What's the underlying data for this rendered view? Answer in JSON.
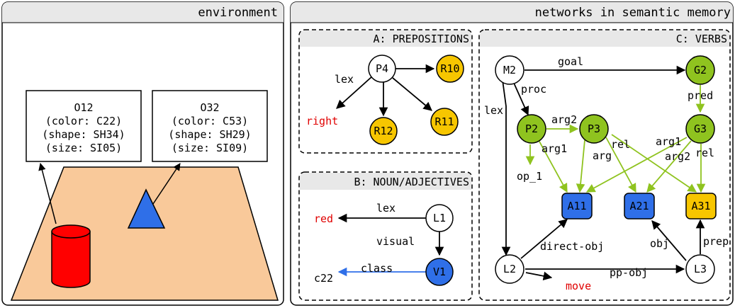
{
  "env": {
    "title": "environment",
    "obj1": {
      "id": "O12",
      "color": "(color: C22)",
      "shape": "(shape: SH34)",
      "size": "(size: SI05)"
    },
    "obj2": {
      "id": "O32",
      "color": "(color: C53)",
      "shape": "(shape: SH29)",
      "size": "(size: SI09)"
    }
  },
  "sem": {
    "title": "networks in semantic memory",
    "prep": {
      "title": "A: PREPOSITIONS",
      "n_p4": "P4",
      "n_r10": "R10",
      "n_r11": "R11",
      "n_r12": "R12",
      "lbl_lex": "lex",
      "word": "right"
    },
    "noun": {
      "title": "B: NOUN/ADJECTIVES",
      "n_l1": "L1",
      "n_v1": "V1",
      "lbl_lex": "lex",
      "lbl_visual": "visual",
      "lbl_class": "class",
      "word": "red",
      "c22": "c22"
    },
    "verbs": {
      "title": "C: VERBS",
      "n_m2": "M2",
      "n_g2": "G2",
      "n_g3": "G3",
      "n_p2": "P2",
      "n_p3": "P3",
      "n_l2": "L2",
      "n_l3": "L3",
      "n_a11": "A11",
      "n_a21": "A21",
      "n_a31": "A31",
      "lbl_goal": "goal",
      "lbl_proc": "proc",
      "lbl_lex": "lex",
      "lbl_pred": "pred",
      "lbl_arg2_a": "arg2",
      "lbl_arg1_a": "arg1",
      "lbl_op1": "op_1",
      "lbl_arg": "arg",
      "lbl_rel_a": "rel",
      "lbl_arg1_b": "arg1",
      "lbl_arg2_b": "arg2",
      "lbl_rel_b": "rel",
      "lbl_direct_obj": "direct-obj",
      "lbl_obj": "obj",
      "lbl_prep": "prep",
      "lbl_pp_obj": "pp-obj",
      "word": "move"
    }
  },
  "colors": {
    "green": "#8fc31f",
    "yellow": "#f7c600",
    "blue": "#2f6fe8",
    "header": "#e8e8e8",
    "floor": "#f9c99a",
    "red_word": "#e00000",
    "cylinder": "#ff0000",
    "triangle": "#2f6fe8",
    "class_arrow": "#2f6fe8"
  }
}
